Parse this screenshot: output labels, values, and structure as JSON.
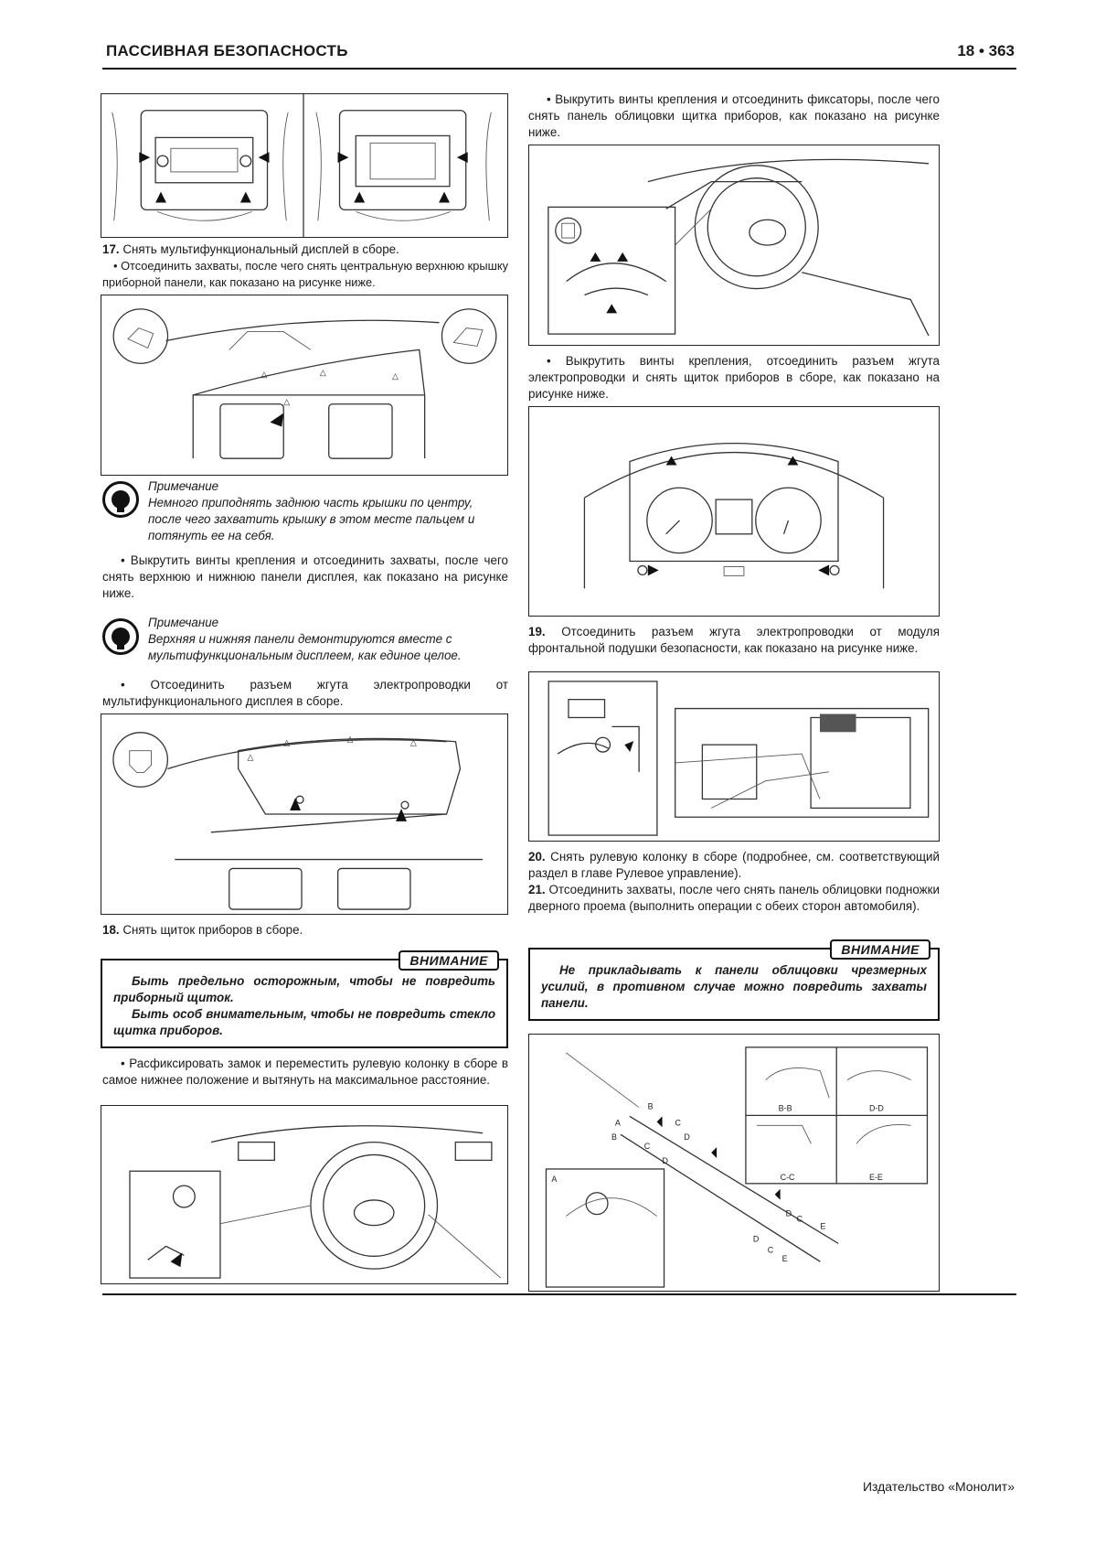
{
  "header": {
    "section_title": "ПАССИВНАЯ БЕЗОПАСНОСТЬ",
    "page_number": "18 • 363"
  },
  "left": {
    "step17_num": "17.",
    "step17_text": "Снять мультифункциональный дисплей в сборе.",
    "bullet1": "Отсоединить захваты, после чего снять центральную верхнюю крышку приборной панели, как показано на рисунке ниже.",
    "note1_title": "Примечание",
    "note1_text": "Немного приподнять заднюю часть крышки по центру, после чего захватить крышку в этом месте пальцем и потянуть ее на себя.",
    "bullet2": "Выкрутить винты крепления и отсоединить захваты, после чего снять верхнюю и нижнюю панели дисплея, как показано на рисунке ниже.",
    "note2_title": "Примечание",
    "note2_text": "Верхняя и нижняя панели демонтируются вместе с мультифункциональным дисплеем, как единое целое.",
    "bullet3": "Отсоединить разъем жгута электропроводки от мультифункционального дисплея в сборе.",
    "step18_num": "18.",
    "step18_text": "Снять щиток приборов в сборе.",
    "warn1_label": "ВНИМАНИЕ",
    "warn1_line1": "Быть предельно осторожным, чтобы не повредить приборный щиток.",
    "warn1_line2": "Быть особ внимательным, чтобы не повредить стекло щитка приборов.",
    "bullet4": "Расфиксировать замок и переместить рулевую колонку в сборе в самое нижнее положение и вытянуть на максимальное расстояние."
  },
  "right": {
    "bullet5": "Выкрутить винты крепления и отсоединить фиксаторы, после чего снять панель облицовки щитка приборов, как показано на рисунке ниже.",
    "bullet6": "Выкрутить винты крепления, отсоединить разъем жгута электропроводки и снять щиток приборов в сборе, как показано на рисунке ниже.",
    "step19_num": "19.",
    "step19_text": "Отсоединить разъем жгута электропроводки от модуля фронтальной подушки безопасности, как показано на рисунке ниже.",
    "step20_num": "20.",
    "step20_text": "Снять рулевую колонку в сборе (подробнее, см. соответствующий раздел в главе Рулевое управление).",
    "step21_num": "21.",
    "step21_text": "Отсоединить захваты, после чего снять панель облицовки подножки дверного проема (выполнить операции с обеих сторон автомобиля).",
    "warn2_label": "ВНИМАНИЕ",
    "warn2_text": "Не прикладывать к панели облицовки чрезмерных усилий, в противном случае можно повредить захваты панели.",
    "fig_labels": {
      "bb": "B-B",
      "dd": "D-D",
      "cc": "C-C",
      "ee": "E-E",
      "a": "A",
      "b": "B",
      "c": "C",
      "d": "D",
      "e": "E"
    }
  },
  "footer": {
    "publisher": "Издательство «Монолит»"
  },
  "bullet_char": "•"
}
